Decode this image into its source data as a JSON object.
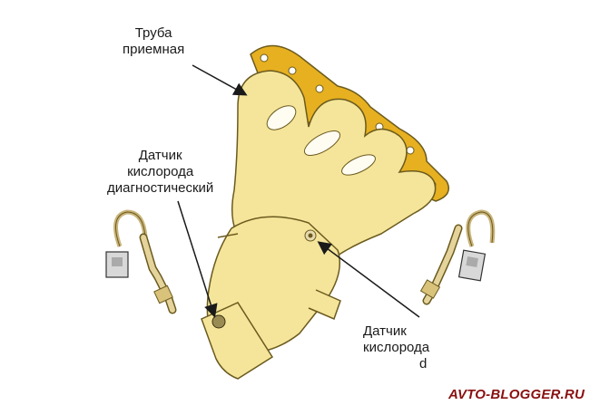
{
  "labels": {
    "intake_pipe": [
      "Труба",
      "приемная"
    ],
    "o2_diagnostic": [
      "Датчик",
      "кислорода",
      "диагностический"
    ],
    "o2_control": [
      "Датчик",
      "кислорода",
      "d"
    ]
  },
  "watermark": "AVTO-BLOGGER.RU",
  "colors": {
    "body": "#f4e59a",
    "outline": "#6b5a1e",
    "flange": "#e6b020",
    "sensor": "#b9a56a",
    "arrow": "#1a1a1a"
  }
}
